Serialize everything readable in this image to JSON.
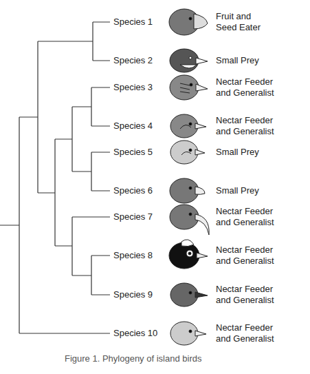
{
  "diagram": {
    "caption": "Figure 1. Phylogeny of island birds",
    "labels": [
      "Species 1",
      "Fruit and Seed Eater",
      "Species 2",
      "Small Prey",
      "Species 3",
      "Nectar Feeder and Generalist",
      "Species 4",
      "Nectar Feeder and Generalist",
      "Species 5",
      "Small Prey",
      "Species 6",
      "Small Prey",
      "Species 7",
      "Nectar Feeder and Generalist",
      "Species 8",
      "Nectar Feeder and Generalist",
      "Species 9",
      "Nectar Feeder and Generalist",
      "Species 10",
      "Nectar Feeder and Generalist"
    ]
  }
}
